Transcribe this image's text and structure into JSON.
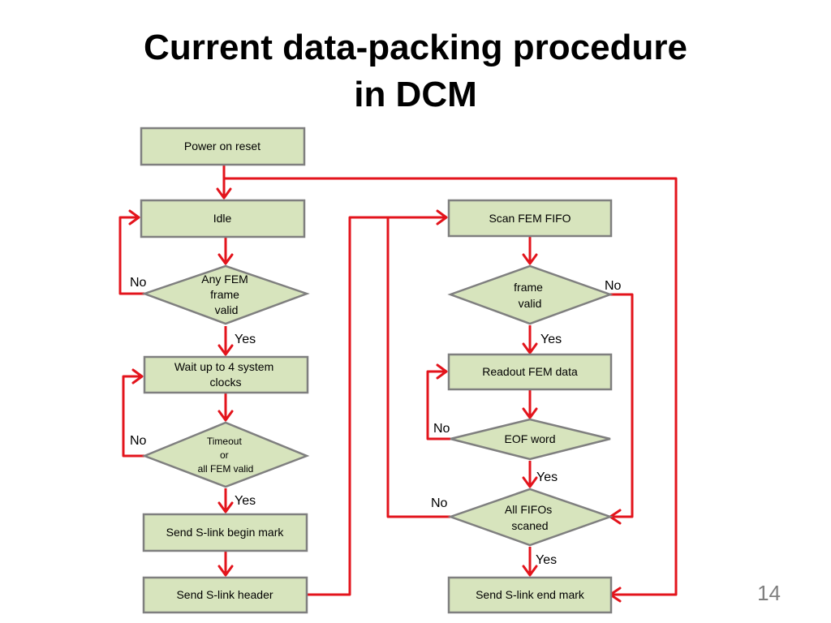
{
  "slide": {
    "title_lines": [
      "Current data-packing procedure",
      "in DCM"
    ],
    "page_number": "14"
  },
  "nodes": {
    "power_on_reset": "Power on reset",
    "idle": "Idle",
    "any_fem_valid": [
      "Any FEM",
      "frame",
      "valid"
    ],
    "wait_clocks": [
      "Wait up to 4 system",
      "clocks"
    ],
    "timeout": [
      "Timeout",
      "or",
      "all FEM valid"
    ],
    "send_begin_mark": "Send S-link begin mark",
    "send_header": "Send S-link header",
    "scan_fem_fifo": "Scan FEM FIFO",
    "frame_valid": [
      "frame",
      "valid"
    ],
    "readout_fem_data": "Readout FEM data",
    "eof_word": "EOF word",
    "all_fifos_scanned": [
      "All FIFOs",
      "scaned"
    ],
    "send_end_mark": "Send S-link end mark"
  },
  "labels": {
    "yes": "Yes",
    "no": "No"
  },
  "colors": {
    "node_fill": "#d7e4bd",
    "node_border": "#7f7f7f",
    "connector": "#e3141c"
  }
}
